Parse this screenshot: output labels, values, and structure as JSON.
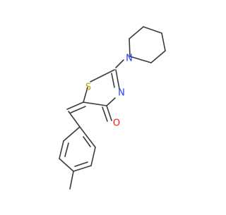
{
  "atoms": {
    "sulfur": {
      "label": "S",
      "color": "#b8a400"
    },
    "nitrogen_ring": {
      "label": "N",
      "color": "#1f3cff"
    },
    "nitrogen_piperidine": {
      "label": "N",
      "color": "#1f3cff"
    },
    "oxygen": {
      "label": "O",
      "color": "#ff1a1a"
    }
  },
  "bond_color": "#3a3a3a"
}
